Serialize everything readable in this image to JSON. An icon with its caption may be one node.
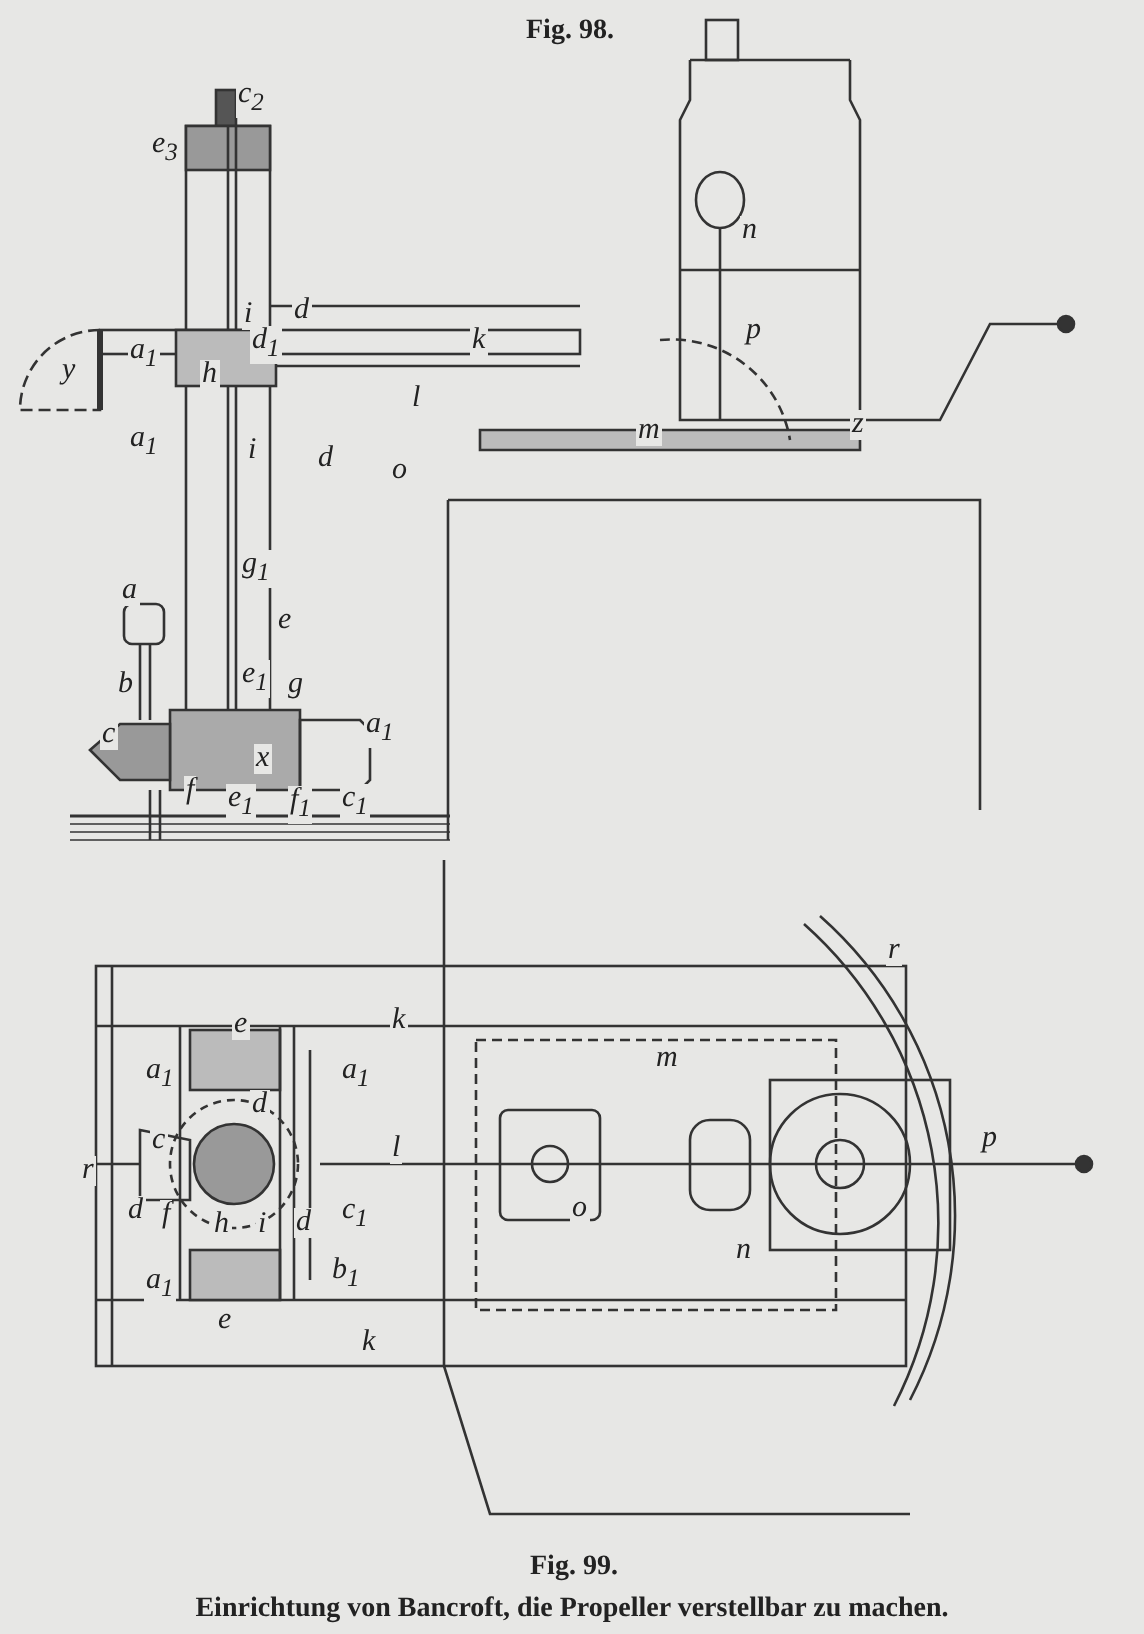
{
  "diagram": {
    "caption": "Einrichtung von Bancroft, die Propeller verstellbar zu machen.",
    "labels": [
      "Fig. 98.",
      "c$_{2}$",
      "e$_{3}$",
      "i",
      "d",
      "d$_{1}$",
      "k",
      "y",
      "a$_{1}$",
      "h",
      "l",
      "a$_{1}$",
      "i",
      "d",
      "o",
      "n",
      "p",
      "m",
      "z",
      "g$_{1}$",
      "a",
      "e",
      "b",
      "e$_{1}$",
      "g",
      "c",
      "a$_{1}$",
      "x",
      "f",
      "e$_{1}$",
      "f$_{1}$",
      "c$_{1}$",
      "r",
      "e",
      "k",
      "a$_{1}$",
      "a$_{1}$",
      "m",
      "d",
      "c",
      "l",
      "p",
      "r",
      "o",
      "d",
      "f",
      "h",
      "i",
      "d",
      "c$_{1}$",
      "n",
      "b$_{1}$",
      "a$_{1}$",
      "e",
      "k",
      "Fig. 99."
    ]
  }
}
